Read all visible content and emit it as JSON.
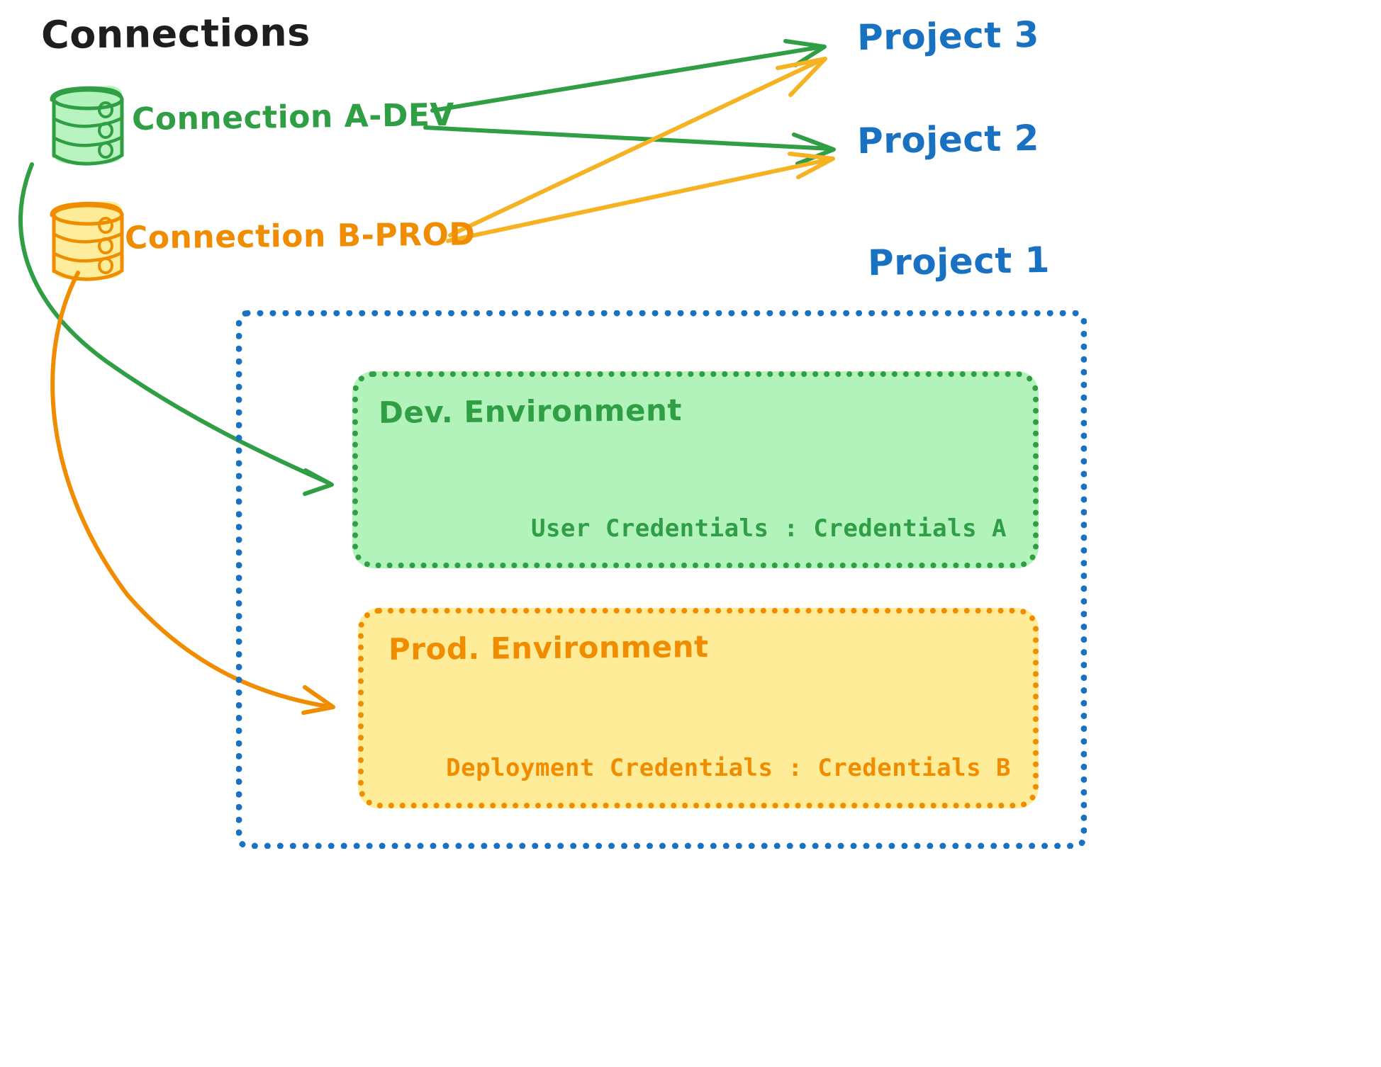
{
  "diagram": {
    "title": "Connections",
    "type": "connections-to-project-environments",
    "background": "#ffffff"
  },
  "colors": {
    "green_stroke": "#2f9e44",
    "green_fill": "#b2f2bb",
    "orange_stroke": "#f08c00",
    "orange_fill": "#ffec99",
    "blue_stroke": "#1971c2",
    "title_text": "#1e1e1e"
  },
  "connections": [
    {
      "id": "a-dev",
      "label": "Connection A-DEV",
      "color": "#2f9e44",
      "icon": "database-cylinder-icon"
    },
    {
      "id": "b-prod",
      "label": "Connection B-PROD",
      "color": "#f08c00",
      "icon": "database-cylinder-icon"
    }
  ],
  "projects": [
    {
      "id": "project-3",
      "label": "Project 3",
      "color": "#1971c2"
    },
    {
      "id": "project-2",
      "label": "Project 2",
      "color": "#1971c2"
    },
    {
      "id": "project-1",
      "label": "Project 1",
      "color": "#1971c2"
    }
  ],
  "environments": [
    {
      "id": "dev",
      "label": "Dev. Environment",
      "credentials_label": "User Credentials : Credentials A",
      "fill": "#b2f2bb",
      "stroke": "#2f9e44"
    },
    {
      "id": "prod",
      "label": "Prod. Environment",
      "credentials_label": "Deployment Credentials : Credentials B",
      "fill": "#ffec99",
      "stroke": "#f08c00"
    }
  ],
  "arrows": [
    {
      "id": "a-dev-to-project-3",
      "from": "Connection A-DEV",
      "to": "Project 3",
      "color": "#2f9e44"
    },
    {
      "id": "a-dev-to-project-2",
      "from": "Connection A-DEV",
      "to": "Project 2",
      "color": "#2f9e44"
    },
    {
      "id": "b-prod-to-project-3",
      "from": "Connection B-PROD",
      "to": "Project 3",
      "color": "#f5a623"
    },
    {
      "id": "b-prod-to-project-2",
      "from": "Connection B-PROD",
      "to": "Project 2",
      "color": "#f5a623"
    },
    {
      "id": "a-dev-to-dev-env",
      "from": "Connection A-DEV",
      "to": "Dev. Environment",
      "color": "#2f9e44"
    },
    {
      "id": "b-prod-to-prod-env",
      "from": "Connection B-PROD",
      "to": "Prod. Environment",
      "color": "#f08c00"
    }
  ]
}
